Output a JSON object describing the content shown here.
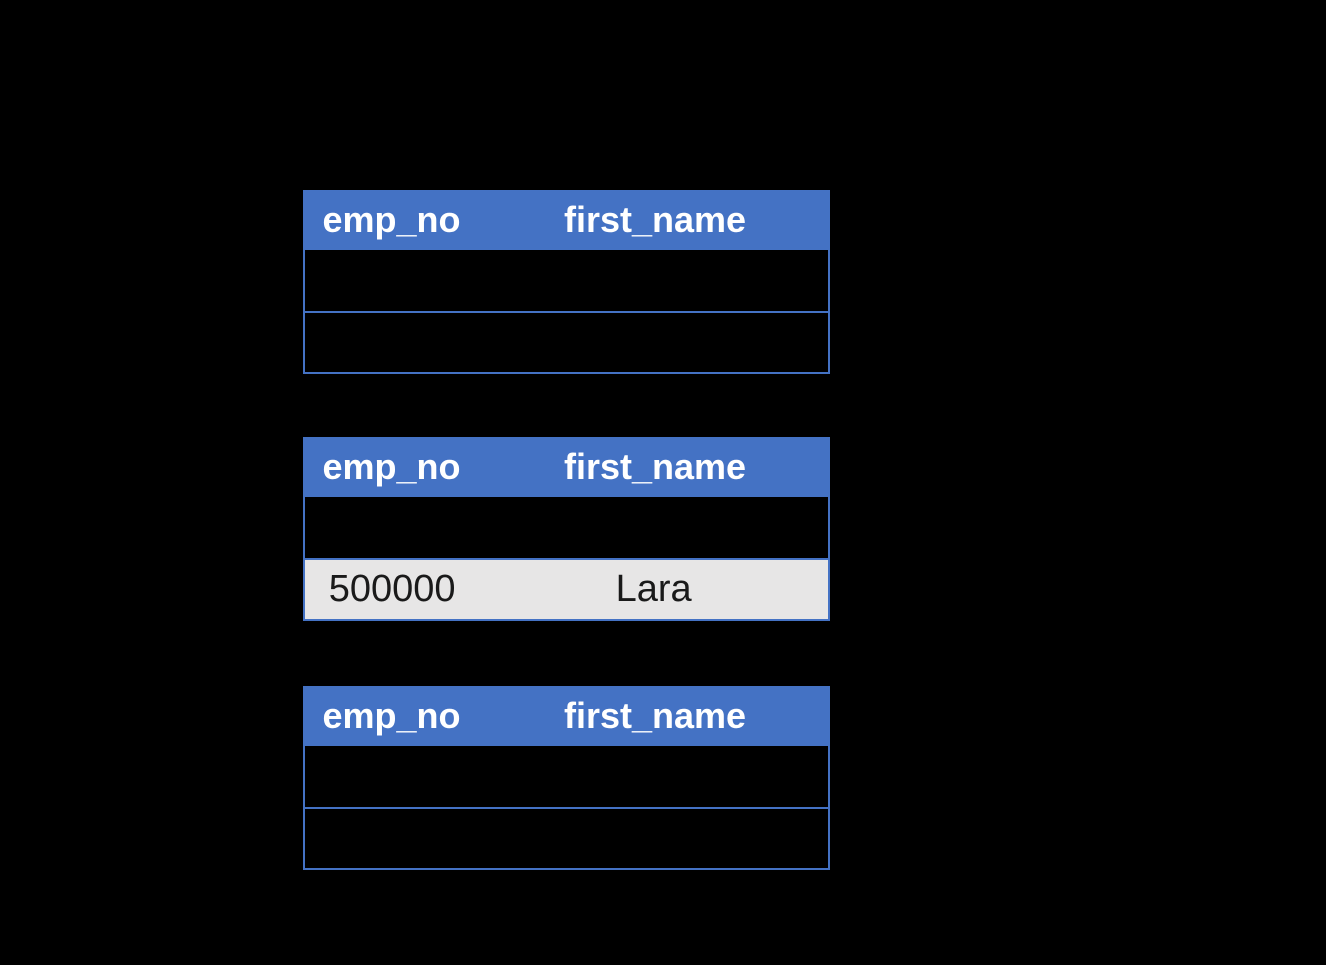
{
  "colors": {
    "background": "#000000",
    "header_blue": "#4472C4",
    "border_blue": "#4472C4",
    "highlight_gray": "#E7E6E6",
    "header_text": "#FFFFFF",
    "cell_text": "#1A1A1A"
  },
  "tables": [
    {
      "id": "employees-table-top",
      "columns": [
        "emp_no",
        "first_name"
      ],
      "rows": [
        [
          "",
          ""
        ],
        [
          "",
          ""
        ]
      ],
      "highlight_row": null
    },
    {
      "id": "employees-table-middle",
      "columns": [
        "emp_no",
        "first_name"
      ],
      "rows": [
        [
          "",
          ""
        ],
        [
          "500000",
          "Lara"
        ]
      ],
      "highlight_row": 1
    },
    {
      "id": "employees-table-bottom",
      "columns": [
        "emp_no",
        "first_name"
      ],
      "rows": [
        [
          "",
          ""
        ],
        [
          "",
          ""
        ]
      ],
      "highlight_row": null
    }
  ]
}
